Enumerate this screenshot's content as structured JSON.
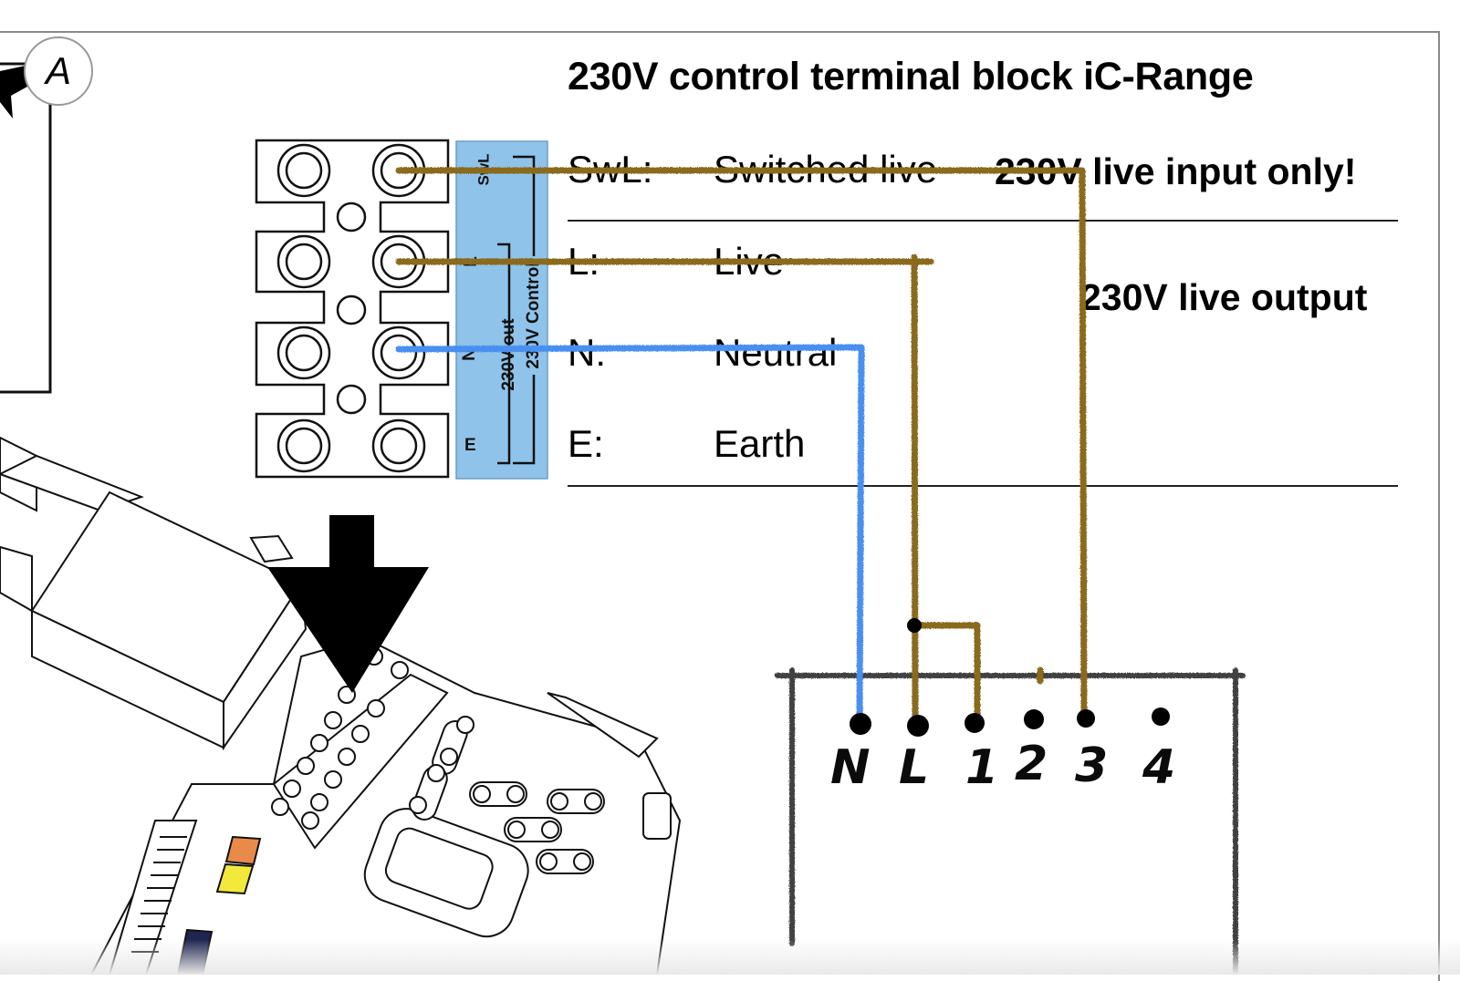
{
  "diagram": {
    "title": "230V control terminal block iC-Range",
    "marker_label": "A",
    "legend_rows": [
      {
        "code": "SwL:",
        "description": "Switched live"
      },
      {
        "code": "L:",
        "description": "Live"
      },
      {
        "code": "N:",
        "description": "Neutral"
      },
      {
        "code": "E:",
        "description": "Earth"
      }
    ],
    "notes": {
      "input_note": "230V live input only!",
      "output_note": "230V live output"
    },
    "terminal_block": {
      "terminal_labels": [
        "SwL",
        "L",
        "N",
        "E"
      ],
      "bracket_out_label": "230V out",
      "bracket_control_label": "230V Control"
    },
    "hand_drawn_device": {
      "terminals": [
        "N",
        "L",
        "1",
        "2",
        "3",
        "4"
      ]
    },
    "colors": {
      "live_wire": "#8a6a1e",
      "neutral_wire": "#4a8ff0",
      "panel_blue": "#8fc3ea",
      "outline": "#000000"
    }
  }
}
